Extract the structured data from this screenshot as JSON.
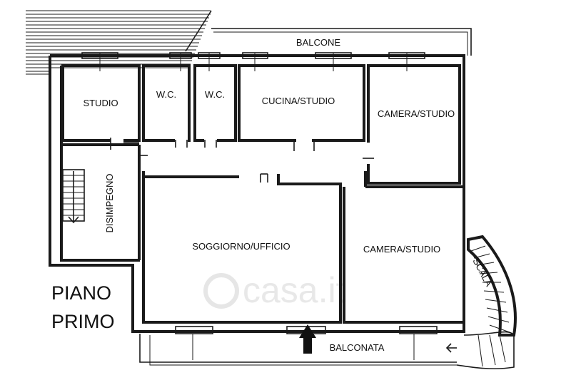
{
  "plan": {
    "floor_label_line1": "PIANO",
    "floor_label_line2": "PRIMO",
    "watermark": "casa.it",
    "rooms": {
      "balcone": "BALCONE",
      "studio": "STUDIO",
      "wc1": "W.C.",
      "wc2": "W.C.",
      "cucina_studio": "CUCINA/STUDIO",
      "camera_studio_top": "CAMERA/STUDIO",
      "disimpegno": "DISIMPEGNO",
      "soggiorno_ufficio": "SOGGIORNO/UFFICIO",
      "camera_studio_bottom": "CAMERA/STUDIO",
      "scala": "SCALA",
      "balconata": "BALCONATA"
    }
  }
}
